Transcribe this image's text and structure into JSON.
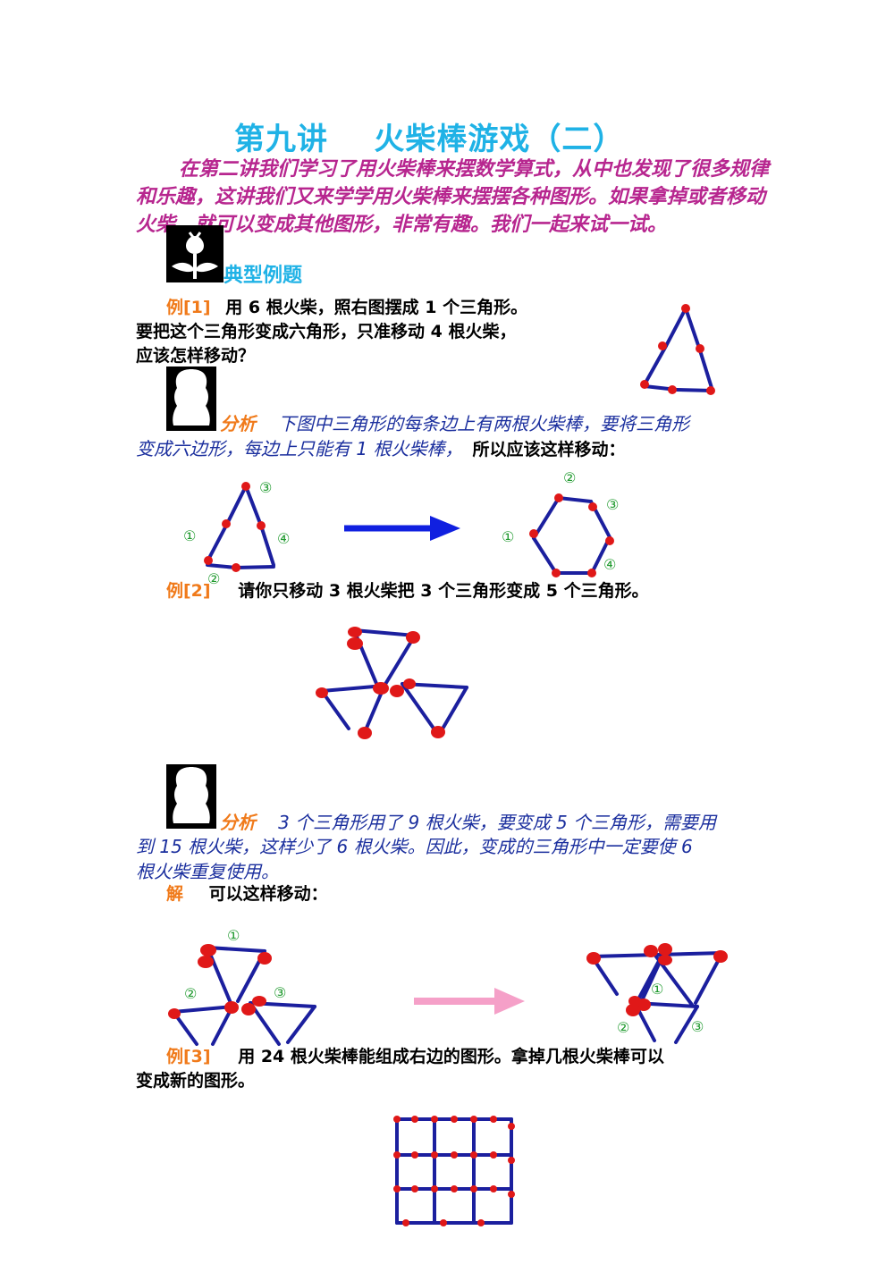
{
  "title": "第九讲    火柴棒游戏（二）",
  "intro": "在第二讲我们学习了用火柴棒来摆数学算式，从中也发现了很多规律和乐趣，这讲我们又来学学用火柴棒来摆摆各种图形。如果拿掉或者移动火柴，就可以变成其他图形，非常有趣。我们一起来试一试。",
  "section_heading": "典型例题",
  "example1": {
    "label": "例[1]",
    "line1": "用 6 根火柴，照右图摆成 1 个三角形。",
    "line2": "要把这个三角形变成六角形，只准移动 4 根火柴，",
    "line3": "应该怎样移动？"
  },
  "analysis1": {
    "label": "分析",
    "line1": "下图中三角形的每条边上有两根火柴棒，要将三角形",
    "line2": "变成六边形，每边上只能有 1 根火柴棒，",
    "tail": "所以应该这样移动："
  },
  "example2": {
    "label": "例[2]",
    "text": "请你只移动 3 根火柴把 3 个三角形变成 5 个三角形。"
  },
  "analysis2": {
    "label": "分析",
    "line1": "3 个三角形用了 9 根火柴，要变成 5 个三角形，需要用",
    "line2": "到 15 根火柴，这样少了 6 根火柴。因此，变成的三角形中一定要使 6",
    "line3": "根火柴重复使用。"
  },
  "solution": {
    "label": "解",
    "text": "可以这样移动："
  },
  "example3": {
    "label": "例[3]",
    "line1": "用 24 根火柴棒能组成右边的图形。拿掉几根火柴棒可以",
    "line2": "变成新的图形。"
  },
  "markers": {
    "m1": "①",
    "m2": "②",
    "m3": "③",
    "m4": "④"
  },
  "colors": {
    "title": "#1fb2e6",
    "intro": "#b7268f",
    "label": "#f07a1a",
    "analysis": "#1b2f9e",
    "stick": "#1b1f9e",
    "head": "#e01818",
    "arrow_blue": "#1020e0",
    "arrow_pink": "#f5a0c8",
    "marker": "#1f9a2e"
  }
}
